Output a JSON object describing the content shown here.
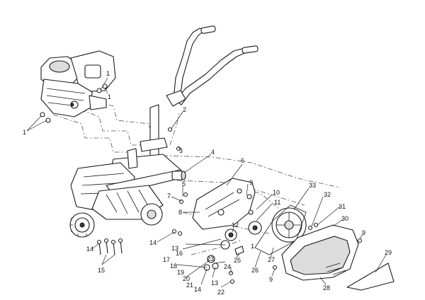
{
  "callouts": [
    {
      "id": "1a",
      "text": "1"
    },
    {
      "id": "1b",
      "text": "1"
    },
    {
      "id": "1c",
      "text": "1"
    },
    {
      "id": "2",
      "text": "2"
    },
    {
      "id": "3",
      "text": "3"
    },
    {
      "id": "4",
      "text": "4"
    },
    {
      "id": "5",
      "text": "5"
    },
    {
      "id": "6",
      "text": "6"
    },
    {
      "id": "7",
      "text": "7"
    },
    {
      "id": "8",
      "text": "8"
    },
    {
      "id": "9a",
      "text": "9"
    },
    {
      "id": "9b",
      "text": "9"
    },
    {
      "id": "9c",
      "text": "9"
    },
    {
      "id": "10",
      "text": "10"
    },
    {
      "id": "11",
      "text": "11"
    },
    {
      "id": "12",
      "text": "12"
    },
    {
      "id": "13a",
      "text": "13"
    },
    {
      "id": "13b",
      "text": "13"
    },
    {
      "id": "14a",
      "text": "14"
    },
    {
      "id": "14b",
      "text": "14"
    },
    {
      "id": "14c",
      "text": "14"
    },
    {
      "id": "15",
      "text": "15"
    },
    {
      "id": "16",
      "text": "16"
    },
    {
      "id": "17",
      "text": "17"
    },
    {
      "id": "18",
      "text": "18"
    },
    {
      "id": "19",
      "text": "19"
    },
    {
      "id": "20",
      "text": "20"
    },
    {
      "id": "21",
      "text": "21"
    },
    {
      "id": "22",
      "text": "22"
    },
    {
      "id": "23",
      "text": "23"
    },
    {
      "id": "24",
      "text": "24"
    },
    {
      "id": "25",
      "text": "25"
    },
    {
      "id": "26",
      "text": "26"
    },
    {
      "id": "27",
      "text": "27"
    },
    {
      "id": "28",
      "text": "28"
    },
    {
      "id": "29",
      "text": "29"
    },
    {
      "id": "30",
      "text": "30"
    },
    {
      "id": "31",
      "text": "31"
    },
    {
      "id": "32",
      "text": "32"
    },
    {
      "id": "33",
      "text": "33"
    },
    {
      "id": "1d",
      "text": "1"
    }
  ]
}
